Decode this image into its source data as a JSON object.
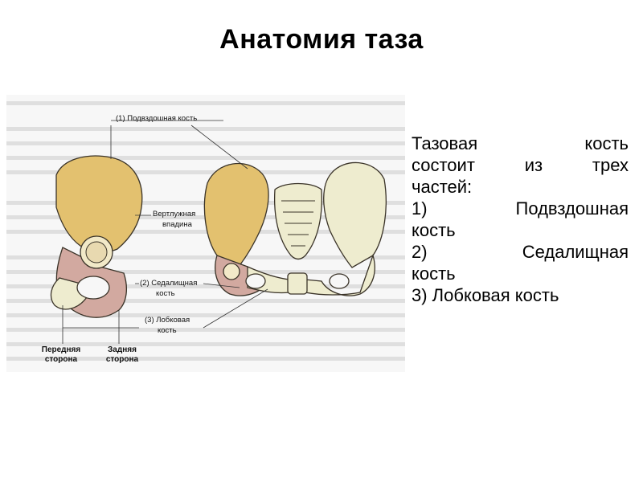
{
  "slide": {
    "title": "Анатомия таза"
  },
  "figure": {
    "labels": {
      "ilium": "(1) Подвздошная кость",
      "acetabulum_line1": "Вертлужная",
      "acetabulum_line2": "впадина",
      "ischium_line1": "(2) Седалищная",
      "ischium_line2": "кость",
      "pubis_line1": "(3) Лобковая",
      "pubis_line2": "кость",
      "front_line1": "Передняя",
      "front_line2": "сторона",
      "back_line1": "Задняя",
      "back_line2": "сторона"
    },
    "colors": {
      "ilium": "#e3c16f",
      "ischium": "#d2a9a0",
      "pubis": "#eeeccf",
      "outline": "#3a3328",
      "text_bg": "#eeeeee"
    }
  },
  "text": {
    "line1_a": "Тазовая",
    "line1_b": "кость",
    "line2_a": "состоит",
    "line2_b": "из",
    "line2_c": "трех",
    "line3": "частей:",
    "item1_a": "1)",
    "item1_b": "Подвздошная",
    "item1_c": "кость",
    "item2_a": "2)",
    "item2_b": "Седалищная",
    "item2_c": "кость",
    "item3": "3) Лобковая кость"
  }
}
